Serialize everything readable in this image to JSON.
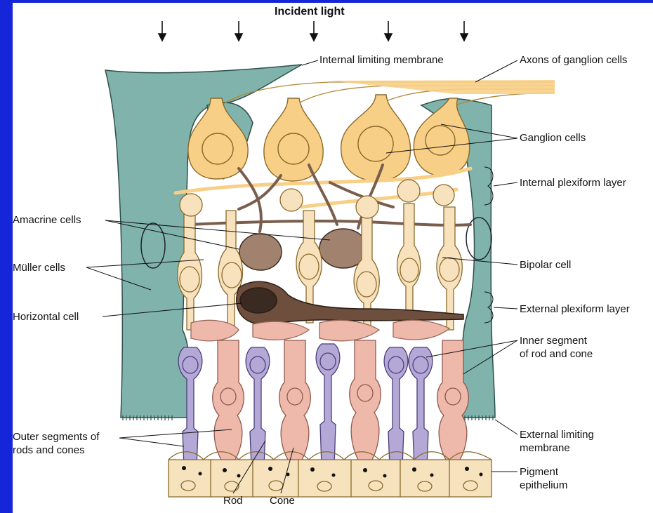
{
  "title": "Incident light",
  "labels": {
    "internal_limiting_membrane": "Internal limiting membrane",
    "axons": "Axons of ganglion cells",
    "ganglion": "Ganglion cells",
    "internal_plexiform": "Internal plexiform layer",
    "amacrine": "Amacrine cells",
    "muller": "Müller cells",
    "bipolar": "Bipolar cell",
    "horizontal": "Horizontal cell",
    "external_plexiform": "External plexiform layer",
    "inner_segment_1": "Inner segment",
    "inner_segment_2": "of rod and cone",
    "outer_segments_1": "Outer segments of",
    "outer_segments_2": "rods and cones",
    "external_limiting_1": "External limiting",
    "external_limiting_2": "membrane",
    "pigment_1": "Pigment",
    "pigment_2": "epithelium",
    "rod": "Rod",
    "cone": "Cone"
  },
  "colors": {
    "background_border": "#1426d8",
    "muller": "#7fb3ab",
    "ganglion": "#f8cf86",
    "bipolar": "#f8e2bd",
    "amacrine": "#a0826f",
    "horizontal": "#6e4f3e",
    "rod": "#b4a8d6",
    "cone": "#eeb8aa",
    "pigment": "#f6e2bd"
  }
}
